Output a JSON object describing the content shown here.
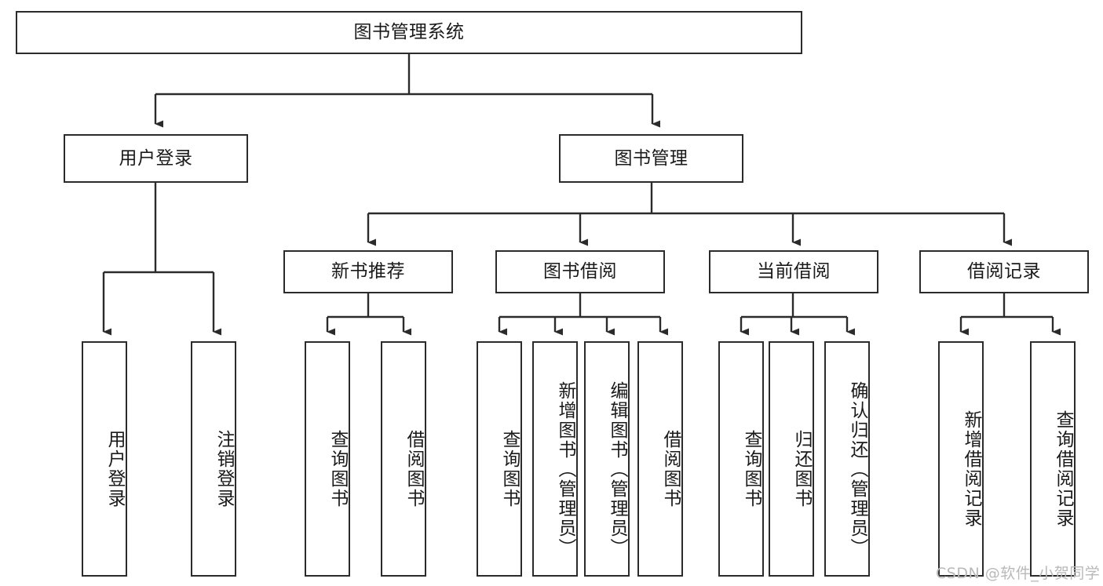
{
  "diagram": {
    "title": "图书管理系统",
    "type": "tree-hierarchy",
    "watermark": "CSDN @软件_小贺同学",
    "colors": {
      "box_border": "#2b2b2b",
      "box_fill": "#ffffff",
      "edge": "#2b2b2b",
      "text": "#1a1a1a",
      "watermark": "#b9b9b9",
      "background": "#ffffff"
    },
    "nodes": {
      "root": {
        "label": "图书管理系统"
      },
      "level2": [
        {
          "id": "user-login",
          "label": "用户登录"
        },
        {
          "id": "book-manage",
          "label": "图书管理"
        }
      ],
      "level3": [
        {
          "id": "new-book-recommend",
          "label": "新书推荐"
        },
        {
          "id": "book-borrow",
          "label": "图书借阅"
        },
        {
          "id": "current-borrow",
          "label": "当前借阅"
        },
        {
          "id": "borrow-record",
          "label": "借阅记录"
        }
      ],
      "leaves": {
        "user_login": [
          {
            "id": "leaf-user-login",
            "label": "用户登录"
          },
          {
            "id": "leaf-logout-login",
            "label": "注销登录"
          }
        ],
        "new_book_recommend": [
          {
            "id": "leaf-query-book-1",
            "label": "查询图书"
          },
          {
            "id": "leaf-borrow-book-1",
            "label": "借阅图书"
          }
        ],
        "book_borrow": [
          {
            "id": "leaf-query-book-2",
            "label": "查询图书"
          },
          {
            "id": "leaf-add-book",
            "label": "新增图书（管理员）"
          },
          {
            "id": "leaf-edit-book",
            "label": "编辑图书（管理员）"
          },
          {
            "id": "leaf-borrow-book-2",
            "label": "借阅图书"
          }
        ],
        "current_borrow": [
          {
            "id": "leaf-query-book-3",
            "label": "查询图书"
          },
          {
            "id": "leaf-return-book",
            "label": "归还图书"
          },
          {
            "id": "leaf-confirm-return",
            "label": "确认归还（管理员）"
          }
        ],
        "borrow_record": [
          {
            "id": "leaf-add-borrow-record",
            "label": "新增借阅记录"
          },
          {
            "id": "leaf-query-borrow-record",
            "label": "查询借阅记录"
          }
        ]
      }
    }
  }
}
